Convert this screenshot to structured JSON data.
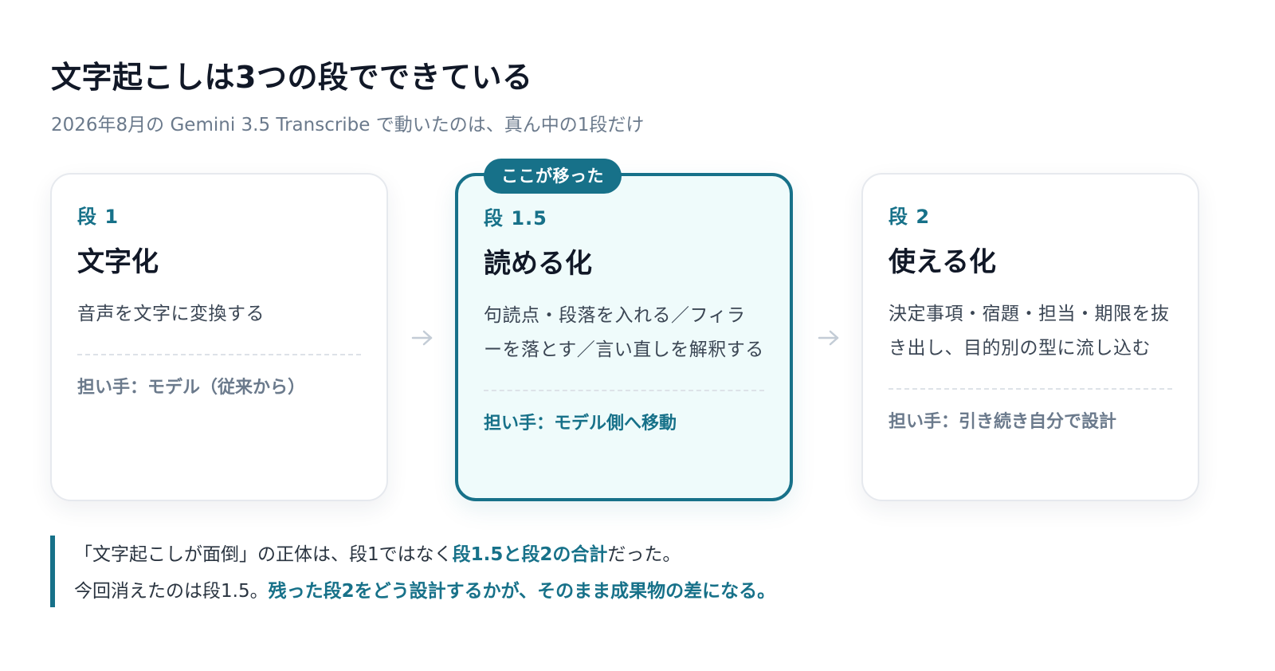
{
  "header": {
    "title": "文字起こしは3つの段でできている",
    "subtitle": "2026年8月の Gemini 3.5 Transcribe で動いたのは、真ん中の1段だけ"
  },
  "badge": "ここが移った",
  "steps": [
    {
      "step": "段 1",
      "name": "文字化",
      "desc": "音声を文字に変換する",
      "owner": "担い手：モデル（従来から）"
    },
    {
      "step": "段 1.5",
      "name": "読める化",
      "desc": "句読点・段落を入れる／フィラーを落とす／言い直しを解釈する",
      "owner": "担い手：モデル側へ移動"
    },
    {
      "step": "段 2",
      "name": "使える化",
      "desc": "決定事項・宿題・担当・期限を抜き出し、目的別の型に流し込む",
      "owner": "担い手：引き続き自分で設計"
    }
  ],
  "note": {
    "line1_pre": "「文字起こしが面倒」の正体は、段1ではなく",
    "line1_em": "段1.5と段2の合計",
    "line1_post": "だった。",
    "line2_pre": "今回消えたのは段1.5。",
    "line2_em": "残った段2をどう設計するかが、そのまま成果物の差になる。"
  },
  "colors": {
    "accent": "#177189",
    "highlight_bg": "#effbfb",
    "muted": "#6b7a8c",
    "arrow": "#c3ccd6"
  },
  "icons": {
    "arrow": "arrow-right-icon"
  }
}
